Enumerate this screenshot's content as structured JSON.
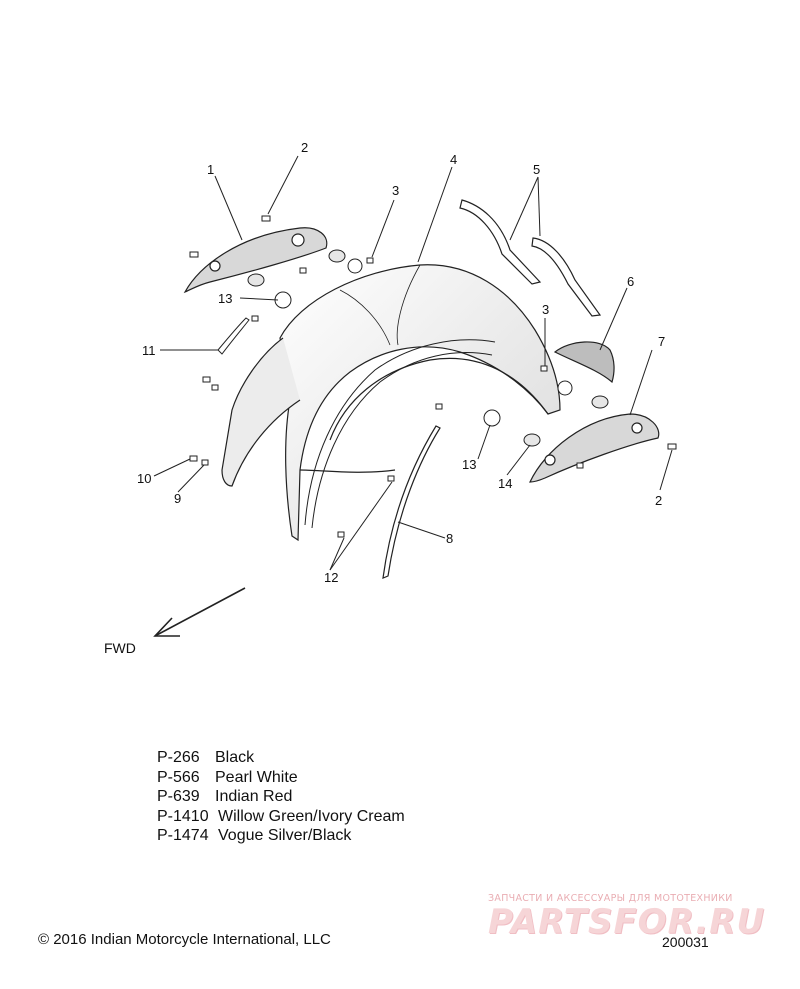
{
  "diagram": {
    "callouts": [
      "1",
      "2",
      "3",
      "4",
      "5",
      "6",
      "7",
      "8",
      "9",
      "10",
      "11",
      "12",
      "13",
      "14",
      "2",
      "3",
      "13"
    ],
    "direction_label": "FWD"
  },
  "paint_codes": [
    {
      "code": "P-266",
      "name": "Black"
    },
    {
      "code": "P-566",
      "name": "Pearl White"
    },
    {
      "code": "P-639",
      "name": "Indian Red"
    },
    {
      "code": "P-1410",
      "name": "Willow Green/Ivory Cream"
    },
    {
      "code": "P-1474",
      "name": "Vogue Silver/Black"
    }
  ],
  "footer": {
    "copyright": "© 2016 Indian Motorcycle International, LLC",
    "reference_number": "200031"
  },
  "watermark": {
    "tagline": "ЗАПЧАСТИ И АКСЕССУАРЫ ДЛЯ МОТОТЕХНИКИ",
    "logo_text": "PARTSFOR.RU"
  },
  "colors": {
    "line": "#222222",
    "part_fill": "#f4f4f4",
    "shade": "#cfcfcf",
    "watermark": "#e58a94"
  }
}
